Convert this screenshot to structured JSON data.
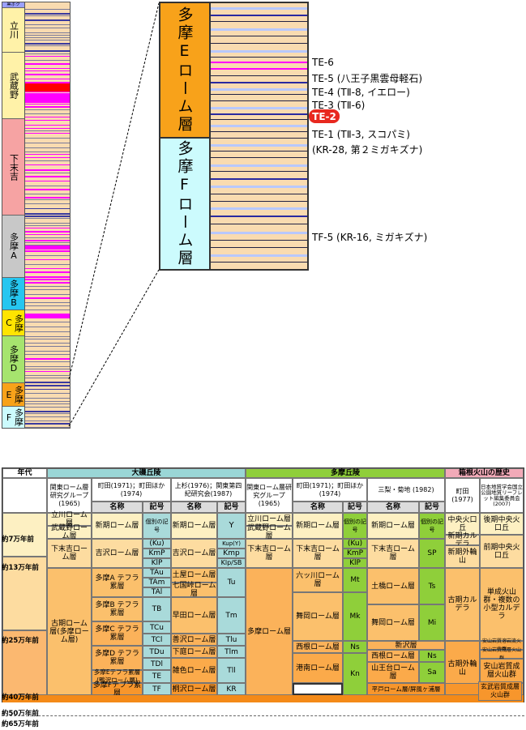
{
  "strip": {
    "top_label": "黒ボク",
    "eras": [
      "立川",
      "武蔵野",
      "下末吉",
      "多摩A",
      "多摩B",
      "多摩C",
      "多摩D",
      "多摩E",
      "多摩F"
    ]
  },
  "enlarged": {
    "e_label": "多摩Eローム層",
    "f_label": "多摩Fローム層"
  },
  "annotations": {
    "te6": "TE-6",
    "te5": "TE-5 (八王子黒雲母軽石)",
    "te4": "TE-4 (TⅡ-8, イエロー)",
    "te3": "TE-3 (TⅡ-6)",
    "te2": "TE-2",
    "te1": "TE-1 (TⅡ-3, スコパミ)",
    "te1b": "(KR-28, 第２ミガキズナ)",
    "tf5": "TF-5 (KR-16, ミガキズナ)"
  },
  "table": {
    "h_age": "年代",
    "h_oiso": "大磯丘陵",
    "h_tama": "多摩丘陵",
    "h_hakone": "箱根火山の歴史",
    "src_kanto": "関東ローム層研究グループ (1965)",
    "src_machida": "町田(1971)；町田ほか(1974)",
    "src_uesugi": "上杉(1976)；関東第四紀研究会(1987)",
    "src_kanto2": "関東ローム層研究グループ (1965)",
    "src_machida2": "町田(1971)；町田ほか(1974)",
    "src_mitsu": "三梨・菊地 (1982)",
    "src_machida3": "町田 (1977)",
    "src_geo": "日本地質学会国立公園地質リーフレット編集委員会 (2007)",
    "name": "名称",
    "sym": "記号",
    "sym_each": "個別の記号",
    "ages": [
      "約7万年前",
      "約13万年前",
      "約25万年前",
      "約40万年前",
      "約50万年前",
      "約65万年前"
    ],
    "k1": [
      "立川ローム層",
      "武蔵野ローム層",
      "下末吉ローム層",
      "古期ローム層(多摩ローム層)"
    ],
    "m1_names": [
      "新期ローム層",
      "吉沢ローム層",
      "多摩A テフラ累層",
      "多摩B テフラ累層",
      "多摩C テフラ累層",
      "多摩D テフラ累層",
      "多摩Eテフラ累層 (鴨沢ローム層)",
      "多摩Fテフラ累層"
    ],
    "m1_syms": [
      "(Ku)",
      "KmP",
      "KlP",
      "TAu",
      "TAm",
      "TAl",
      "TB",
      "TCu",
      "TCl",
      "TDu",
      "TDl",
      "TE",
      "TF"
    ],
    "m1_each": "個別の記号",
    "u_names": [
      "新期ローム層",
      "吉沢ローム層",
      "土屋ローム層",
      "七国峠ローム層",
      "早田ローム層",
      "善沢ローム層",
      "下庭ローム層",
      "雑色ローム層",
      "桐沢ローム層"
    ],
    "u_syms": [
      "Y",
      "Kup(Y)",
      "Kmp",
      "Klp/SB",
      "Tu",
      "Tm",
      "Tlu",
      "Tlm",
      "Tll",
      "KR"
    ],
    "k2": [
      "立川ローム層",
      "武蔵野ローム層",
      "下末吉ローム層",
      "多摩ローム層"
    ],
    "m2_names": [
      "新期ローム層",
      "下末吉ローム層",
      "六ッ川ローム層",
      "舞岡ローム層",
      "西根ローム層",
      "港南ローム層"
    ],
    "m2_syms": [
      "(Ku)",
      "KmP",
      "KlP",
      "Mt",
      "Mk",
      "Ns",
      "Kn"
    ],
    "mk_names": [
      "新期ローム層",
      "下末吉ローム層",
      "土橋ローム層",
      "舞岡ローム層",
      "新沢層",
      "西根ローム層",
      "山王台ローム層",
      "平戸ローム層/屏風ヶ浦層"
    ],
    "mk_syms": [
      "SP",
      "Ts",
      "Mi",
      "Ns",
      "Sa"
    ],
    "h1": [
      "中央火口丘",
      "新期カルデラ",
      "新期外輪山",
      "古期カルデラ",
      "古期外輪山"
    ],
    "h2": [
      "後期中央火口丘",
      "前期中央火口丘",
      "単成火山群・複数の小型カルデラ",
      "安山岩質成層火山群",
      "玄武岩質成層火山群"
    ],
    "h2_small": [
      "安山岩質溶岩流火山群",
      "安山岩質成層火山群"
    ]
  },
  "colors": {
    "te_orange": "#f8a21a",
    "tf_cyan": "#ccfbfd",
    "loam": "#f9dbb0",
    "magenta": "#ff00ff",
    "oiso_header": "#9ad6d6",
    "tama_header": "#8fcf3a",
    "hakone_header": "#f2aab8",
    "red_badge": "#e8281f"
  }
}
